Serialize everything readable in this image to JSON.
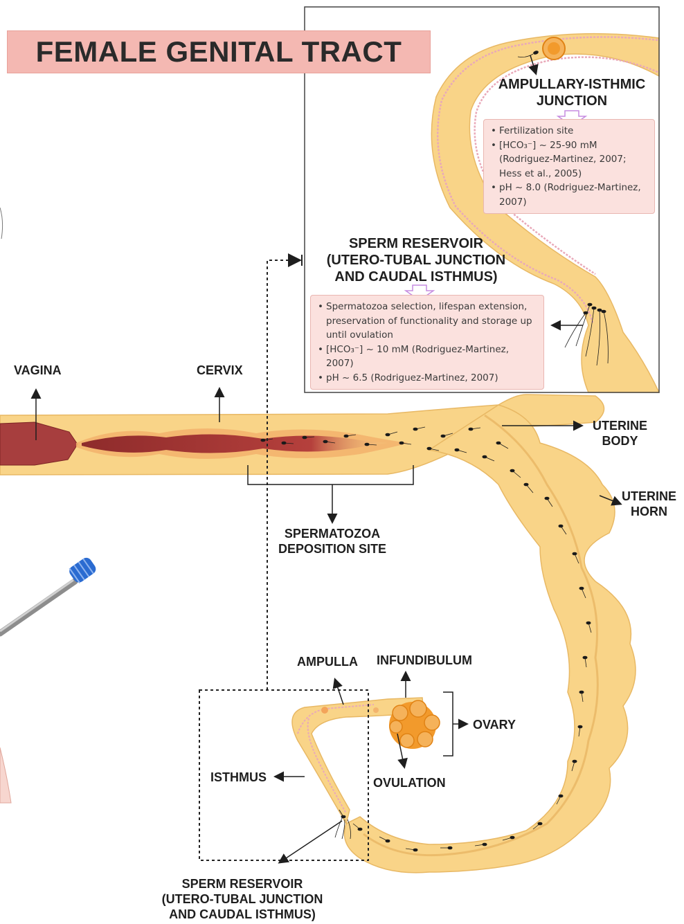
{
  "title": "FEMALE GENITAL TRACT",
  "labels": {
    "vagina": "VAGINA",
    "cervix": "CERVIX",
    "uterine_body_1": "UTERINE",
    "uterine_body_2": "BODY",
    "uterine_horn_1": "UTERINE",
    "uterine_horn_2": "HORN",
    "deposition_1": "SPERMATOZOA",
    "deposition_2": "DEPOSITION SITE",
    "ampulla": "AMPULLA",
    "infundibulum": "INFUNDIBULUM",
    "ovary": "OVARY",
    "ovulation": "OVULATION",
    "isthmus": "ISTHMUS",
    "reservoir_bottom_1": "SPERM RESERVOIR",
    "reservoir_bottom_2": "(UTERO-TUBAL JUNCTION",
    "reservoir_bottom_3": "AND CAUDAL ISTHMUS)"
  },
  "inset": {
    "aij_1": "AMPULLARY-ISTHMIC",
    "aij_2": "JUNCTION",
    "aij_notes": [
      "Fertilization site",
      "[HCO₃⁻] ~ 25-90 mM (Rodriguez-Martinez, 2007; Hess et al., 2005)",
      "pH ~ 8.0 (Rodriguez-Martinez, 2007)"
    ],
    "reservoir_1": "SPERM RESERVOIR",
    "reservoir_2": "(UTERO-TUBAL JUNCTION",
    "reservoir_3": "AND CAUDAL ISTHMUS)",
    "reservoir_notes": [
      "Spermatozoa selection, lifespan extension, preservation of functionality and storage up until ovulation",
      "[HCO₃⁻] ~ 10 mM (Rodriguez-Martinez, 2007)",
      "pH ~ 6.5 (Rodriguez-Martinez, 2007)"
    ]
  },
  "colors": {
    "tissue": "#f9d488",
    "tissue_edge": "#e8b864",
    "lumen_dark": "#8e2b2b",
    "lumen_mid": "#c4564f",
    "lining_pink": "#e9a9b9",
    "title_bg": "#f4b8b2",
    "note_bg": "#fbe1de",
    "ovary": "#f29a2c",
    "sperm": "#1a1a1a",
    "catheter_tip": "#2a6bd1"
  }
}
